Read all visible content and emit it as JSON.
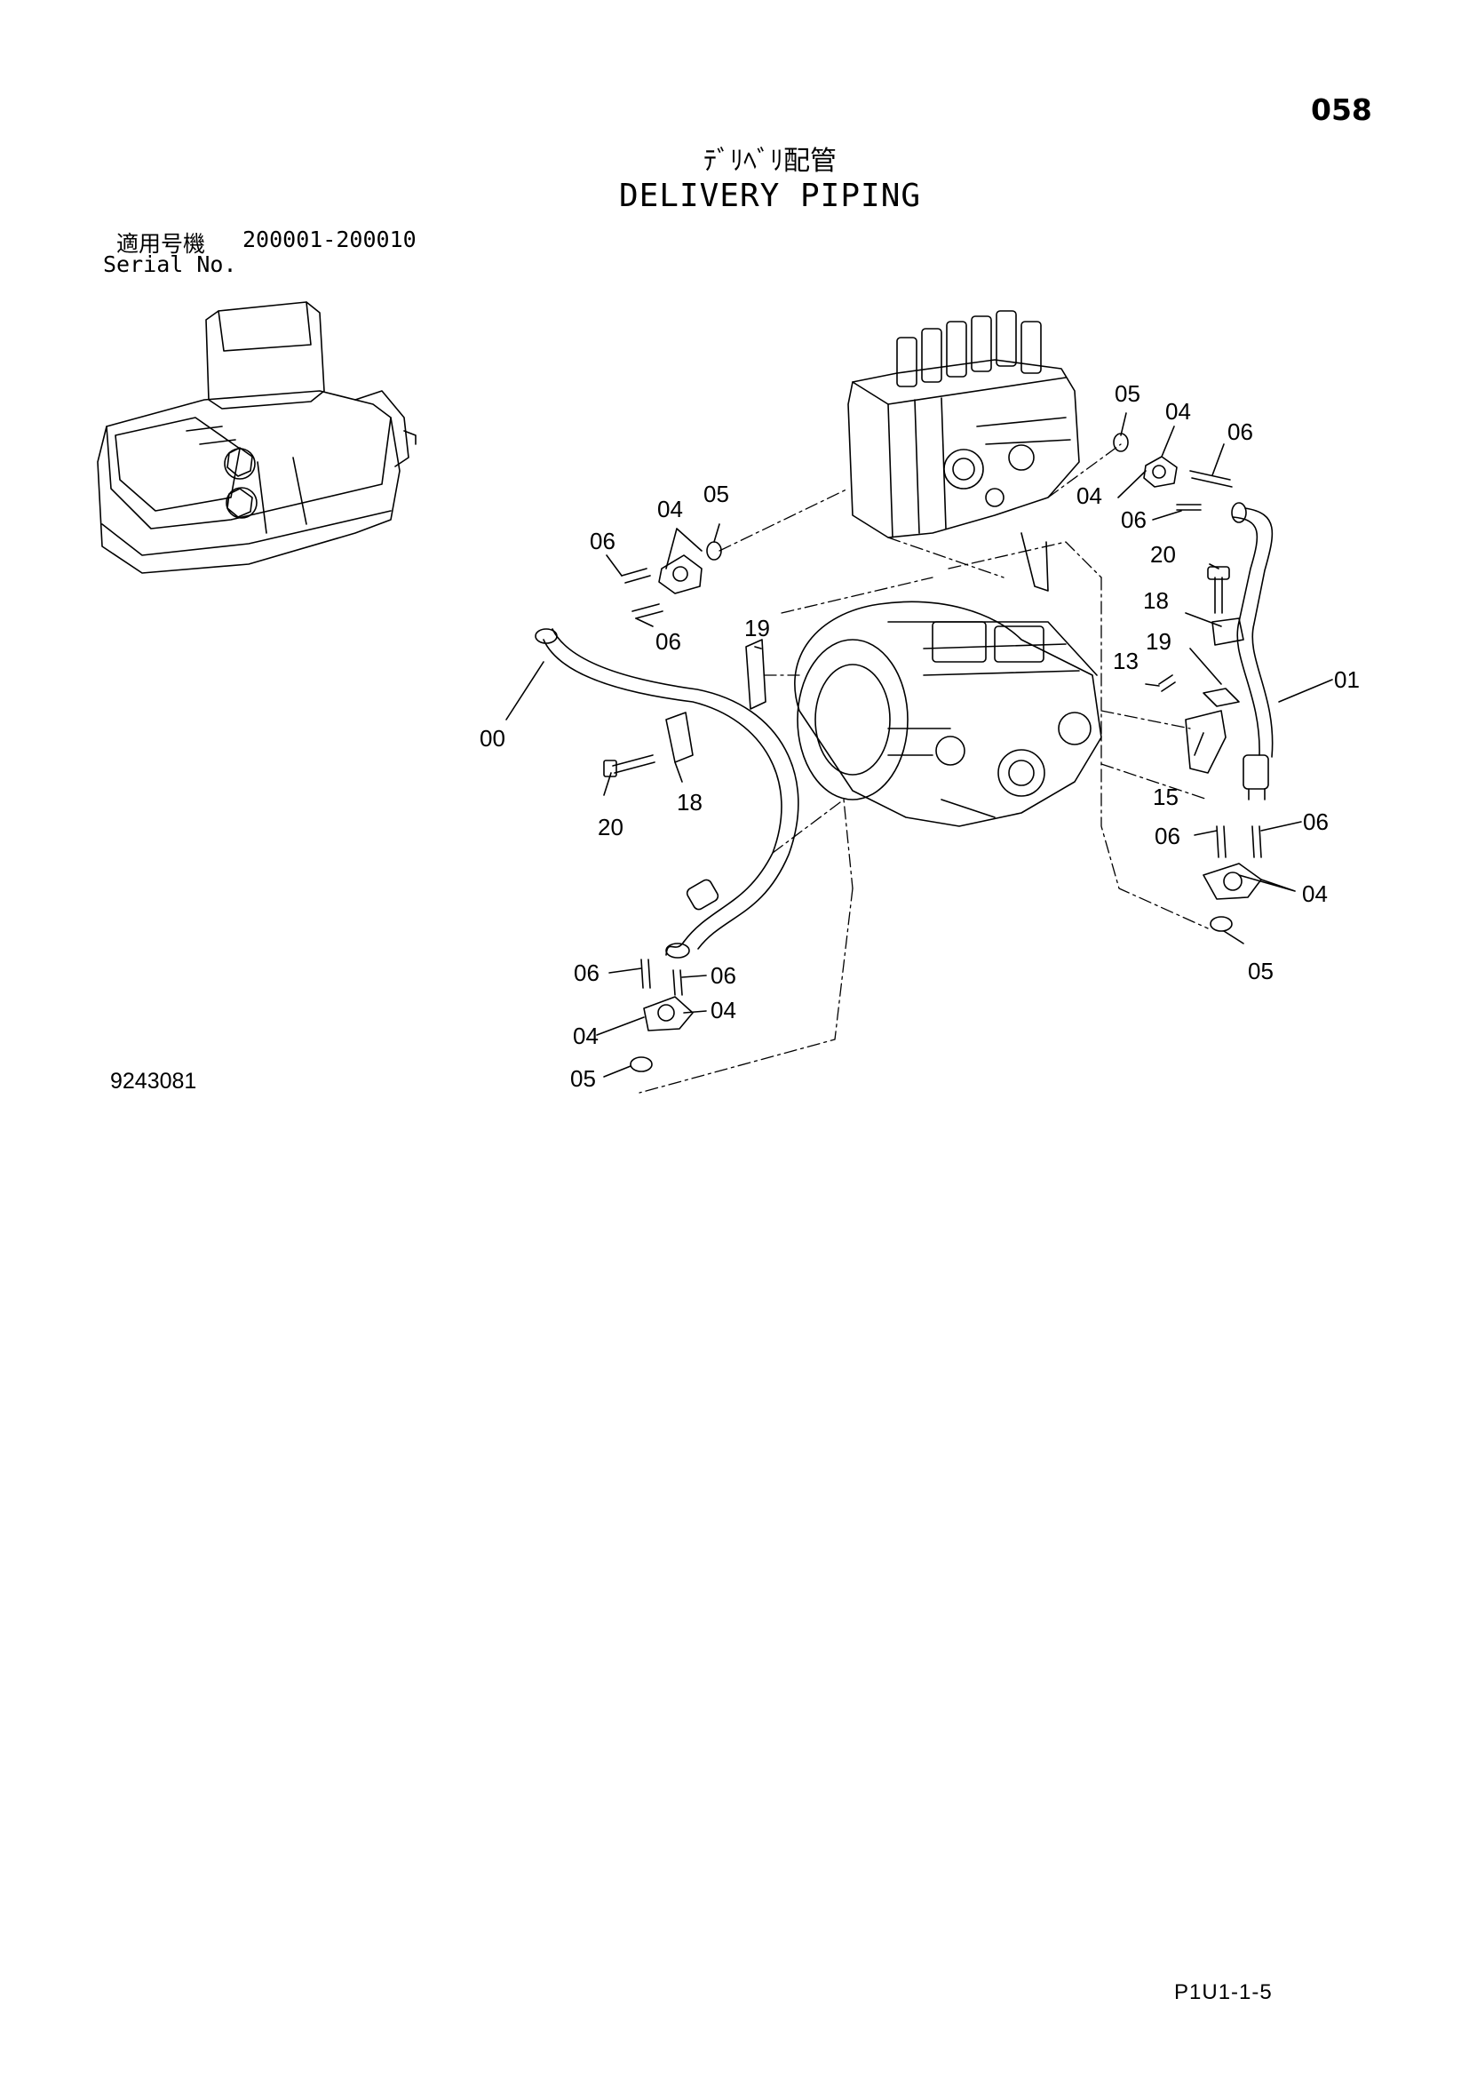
{
  "header": {
    "page_number": "058",
    "title_jp": "ﾃﾞﾘﾍﾞﾘ配管",
    "title_en": "DELIVERY PIPING"
  },
  "serial": {
    "label_jp": "適用号機",
    "range": "200001-200010",
    "label_en": "Serial No."
  },
  "figure": {
    "number": "9243081",
    "callouts": [
      {
        "id": "c-05-top",
        "text": "05"
      },
      {
        "id": "c-04-top",
        "text": "04"
      },
      {
        "id": "c-06-top",
        "text": "06"
      },
      {
        "id": "c-04-flange-r",
        "text": "04"
      },
      {
        "id": "c-06-bolt-r",
        "text": "06"
      },
      {
        "id": "c-20-r",
        "text": "20"
      },
      {
        "id": "c-18-r",
        "text": "18"
      },
      {
        "id": "c-19-r",
        "text": "19"
      },
      {
        "id": "c-13",
        "text": "13"
      },
      {
        "id": "c-01",
        "text": "01"
      },
      {
        "id": "c-15",
        "text": "15"
      },
      {
        "id": "c-06-lr-a",
        "text": "06"
      },
      {
        "id": "c-06-lr-b",
        "text": "06"
      },
      {
        "id": "c-04-lr",
        "text": "04"
      },
      {
        "id": "c-05-lr",
        "text": "05"
      },
      {
        "id": "c-04-ul",
        "text": "04"
      },
      {
        "id": "c-05-ul",
        "text": "05"
      },
      {
        "id": "c-06-ul-a",
        "text": "06"
      },
      {
        "id": "c-06-ul-b",
        "text": "06"
      },
      {
        "id": "c-19-l",
        "text": "19"
      },
      {
        "id": "c-00",
        "text": "00"
      },
      {
        "id": "c-20-l",
        "text": "20"
      },
      {
        "id": "c-18-l",
        "text": "18"
      },
      {
        "id": "c-06-ll-a",
        "text": "06"
      },
      {
        "id": "c-06-ll-b",
        "text": "06"
      },
      {
        "id": "c-04-ll-a",
        "text": "04"
      },
      {
        "id": "c-04-ll-b",
        "text": "04"
      },
      {
        "id": "c-05-ll",
        "text": "05"
      }
    ]
  },
  "footer": {
    "page_code": "P1U1-1-5"
  }
}
